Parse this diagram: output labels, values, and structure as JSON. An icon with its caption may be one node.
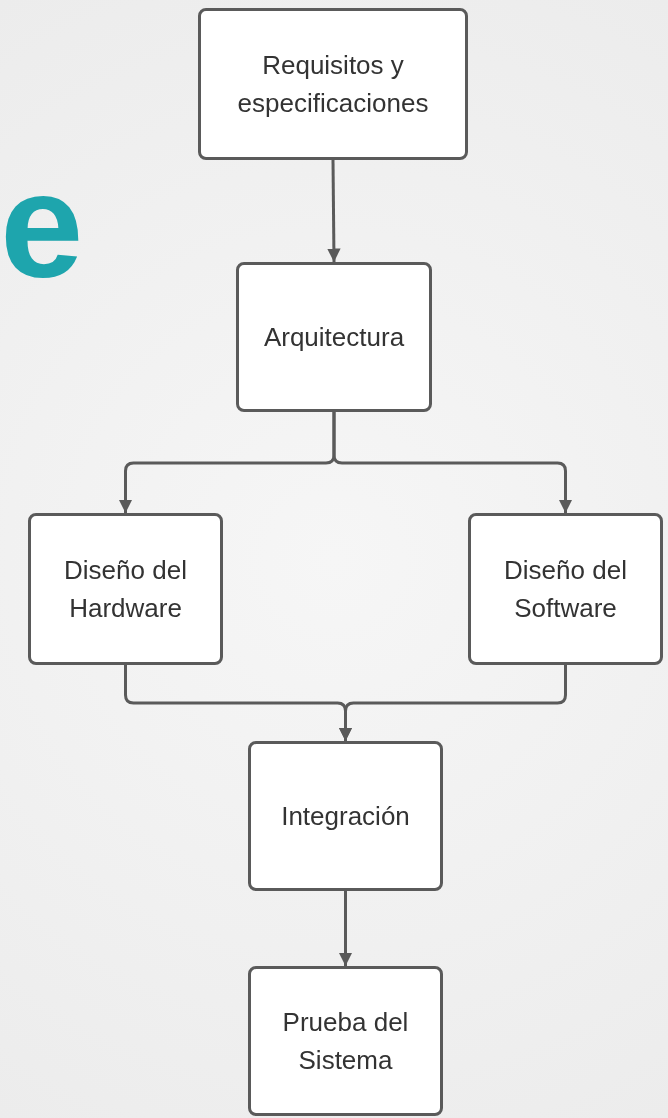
{
  "diagram": {
    "nodes": [
      {
        "text": [
          "Requisitos y especificaciones"
        ]
      },
      {
        "text": [
          "Arquitectura"
        ]
      },
      {
        "text": [
          "Diseño del Hardware"
        ]
      },
      {
        "text": [
          "Diseño del Software"
        ]
      },
      {
        "text": [
          "Integración"
        ]
      },
      {
        "text": [
          "Prueba del Sistema"
        ]
      }
    ],
    "edges": [
      {
        "from": 0,
        "to": 1,
        "arrow": "to"
      },
      {
        "from": 1,
        "to": 2,
        "arrow": "to"
      },
      {
        "from": 1,
        "to": 3,
        "arrow": "to"
      },
      {
        "from": 2,
        "to": 4,
        "arrow": "to"
      },
      {
        "from": 3,
        "to": 4,
        "arrow": "to"
      },
      {
        "from": 4,
        "to": 5,
        "arrow": "to"
      }
    ],
    "labels": [
      "e"
    ]
  }
}
